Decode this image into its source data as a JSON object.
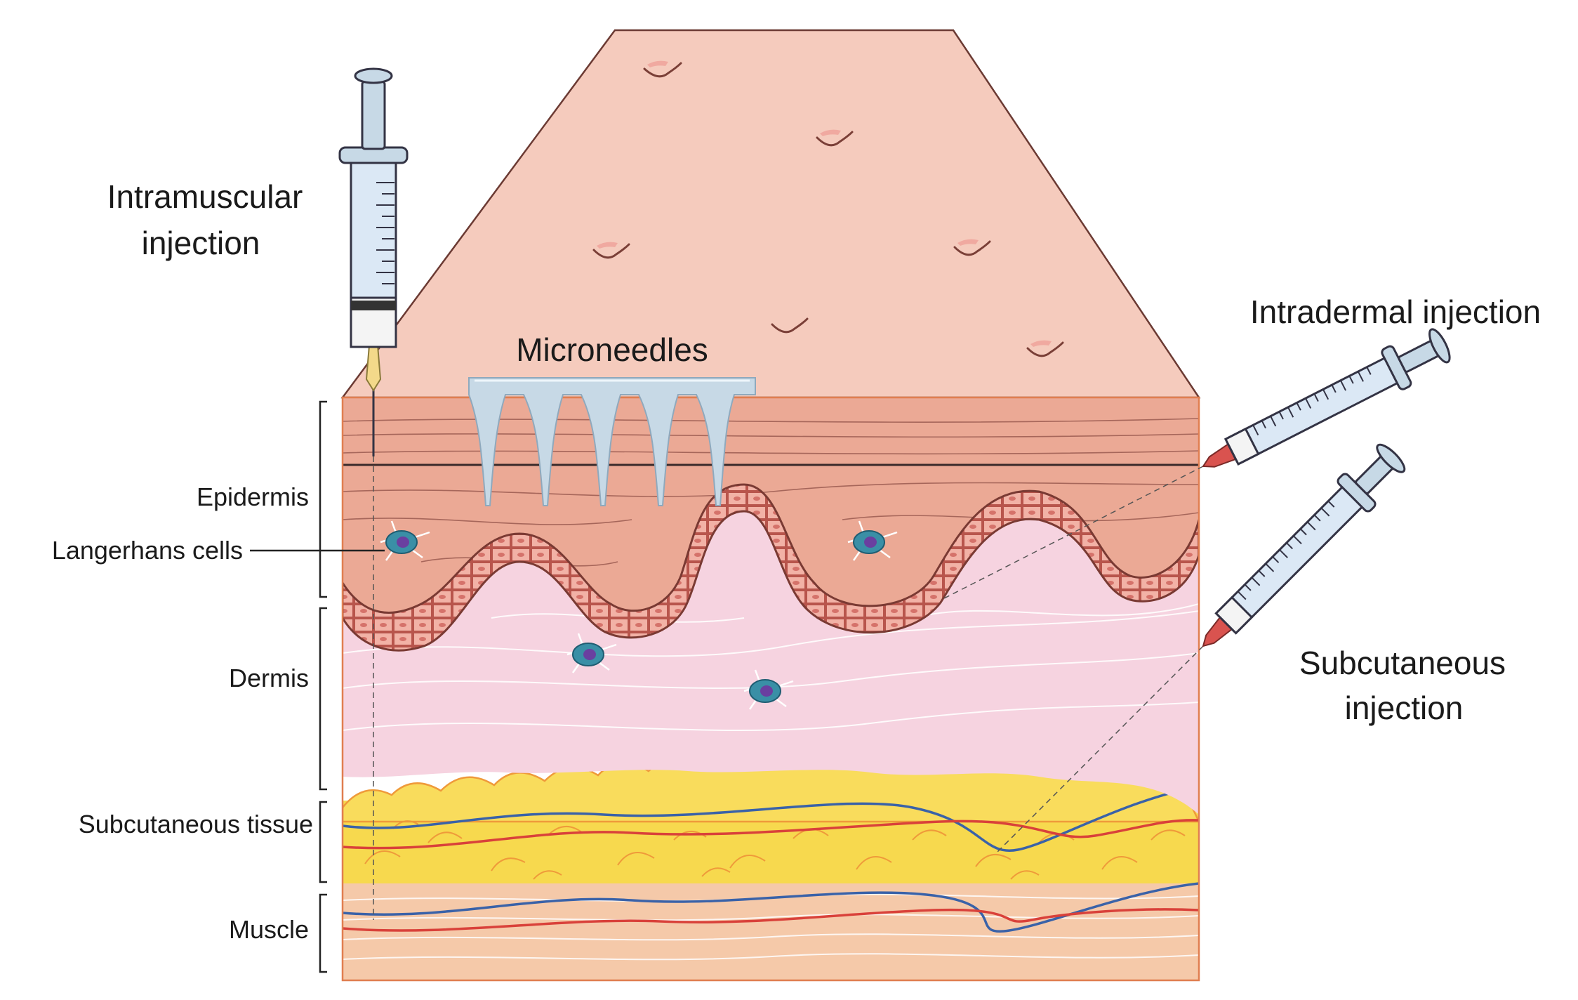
{
  "labels": {
    "intramuscular_line1": "Intramuscular",
    "intramuscular_line2": "injection",
    "microneedles": "Microneedles",
    "intradermal": "Intradermal injection",
    "subcutaneous_line1": "Subcutaneous",
    "subcutaneous_line2": "injection"
  },
  "layers": {
    "epidermis": "Epidermis",
    "langerhans": "Langerhans cells",
    "dermis": "Dermis",
    "subcutaneous_tissue": "Subcutaneous tissue",
    "muscle": "Muscle"
  },
  "colors": {
    "skin_surface": "#f5cbbd",
    "epidermis": "#eba995",
    "dermis": "#f6d3e0",
    "fat": "#f7d94e",
    "fat_outline": "#ef9a3a",
    "muscle": "#f5c9a9",
    "vein": "#3a62a8",
    "artery": "#d9413a",
    "needle_cap": "#d9534f",
    "syringe_barrel": "#dbe8f5",
    "microneedle": "#c7d9e6",
    "langerhans_cell": "#3a8fa6"
  }
}
